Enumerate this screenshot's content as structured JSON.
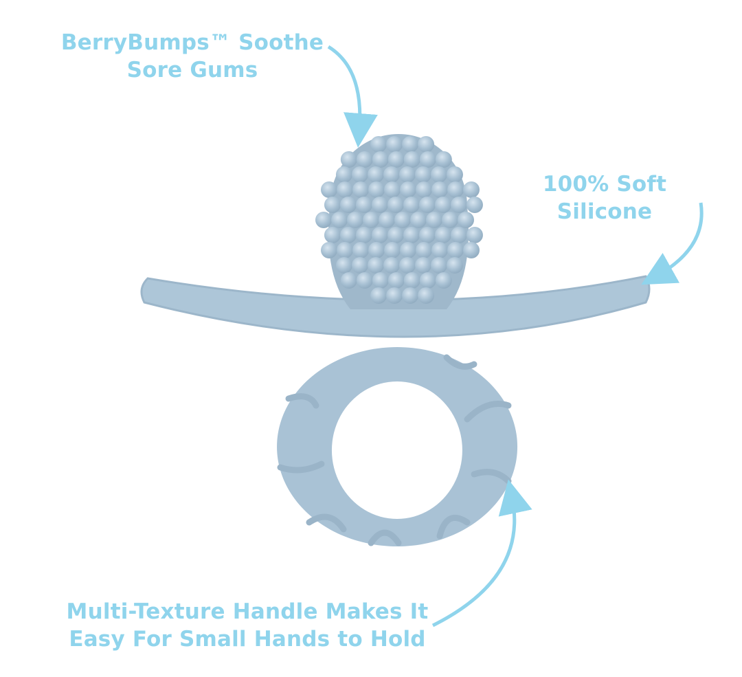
{
  "callouts": {
    "berry": {
      "line1": "BerryBumps™ Soothe",
      "line2": "Sore Gums"
    },
    "material": {
      "line1": "100% Soft Silicone"
    },
    "handle": {
      "line1": "Multi-Texture Handle Makes It",
      "line2": "Easy For Small Hands to Hold"
    }
  },
  "colors": {
    "accent": "#8fd4ec",
    "product": "#a9c3d6"
  }
}
